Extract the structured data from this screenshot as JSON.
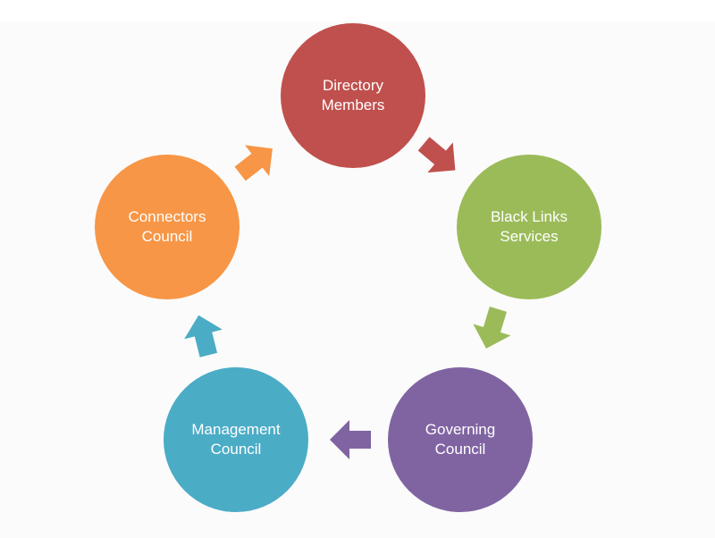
{
  "diagram": {
    "type": "cycle",
    "background_color": "#fbfbfb",
    "nodes": [
      {
        "id": "directory",
        "label": "Directory\nMembers",
        "color": "#c0504d"
      },
      {
        "id": "blacklinks",
        "label": "Black Links\nServices",
        "color": "#9bbb59"
      },
      {
        "id": "governing",
        "label": "Governing\nCouncil",
        "color": "#8064a2"
      },
      {
        "id": "management",
        "label": "Management\nCouncil",
        "color": "#4bacc6"
      },
      {
        "id": "connectors",
        "label": "Connectors\nCouncil",
        "color": "#f79646"
      }
    ],
    "arrows": [
      {
        "from": "directory",
        "to": "blacklinks",
        "color": "#c0504d"
      },
      {
        "from": "blacklinks",
        "to": "governing",
        "color": "#9bbb59"
      },
      {
        "from": "governing",
        "to": "management",
        "color": "#8064a2"
      },
      {
        "from": "management",
        "to": "connectors",
        "color": "#4bacc6"
      },
      {
        "from": "connectors",
        "to": "directory",
        "color": "#f79646"
      }
    ]
  }
}
